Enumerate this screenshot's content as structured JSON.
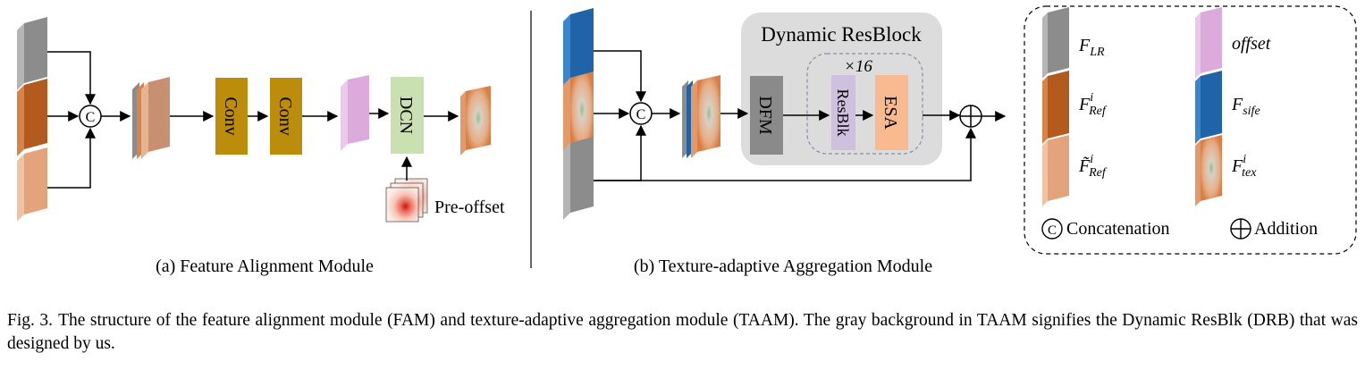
{
  "fam": {
    "subcaption": "(a) Feature Alignment Module",
    "conv1_label": "Conv",
    "conv2_label": "Conv",
    "dcn_label": "DCN",
    "preoffset_label": "Pre-offset",
    "concat_symbol": "C"
  },
  "taam": {
    "subcaption": "(b) Texture-adaptive Aggregation Module",
    "block_title": "Dynamic ResBlock",
    "repeat_label": "×16",
    "dfm_label": "DFM",
    "resblk_label": "ResBlk",
    "esa_label": "ESA",
    "concat_symbol": "C"
  },
  "legend": {
    "f_lr": {
      "main": "F",
      "sub": "LR"
    },
    "f_ref": {
      "main": "F",
      "sup": "i",
      "sub": "Ref"
    },
    "f_ref_tilde": {
      "main": "F̃",
      "sup": "i",
      "sub": "Ref"
    },
    "offset": "offset",
    "f_sife": {
      "main": "F",
      "sub": "sife"
    },
    "f_tex": {
      "main": "F",
      "sup": "i",
      "sub": "tex"
    },
    "concat_symbol": "C",
    "concatenation": "Concatenation",
    "addition": "Addition"
  },
  "colors": {
    "gray_block": "#8c8c8c",
    "ref_orange": "#b35a1f",
    "light_orange": "#e3a47c",
    "offset_pink": "#dcaadb",
    "sife_blue": "#1f64a8",
    "conv_gold": "#bb8d0b",
    "dcn_green": "#c9e0b0",
    "drb_background": "#dcdcdc",
    "resblk_lavender": "#cfc0de",
    "esa_peach": "#f8ba8e",
    "dfm_gray": "#8a8a8a"
  },
  "caption": {
    "label": "Fig. 3.",
    "text": "The structure of the feature alignment module (FAM) and texture-adaptive aggregation module (TAAM). The gray background in TAAM signifies the Dynamic ResBlk (DRB) that was designed by us."
  }
}
